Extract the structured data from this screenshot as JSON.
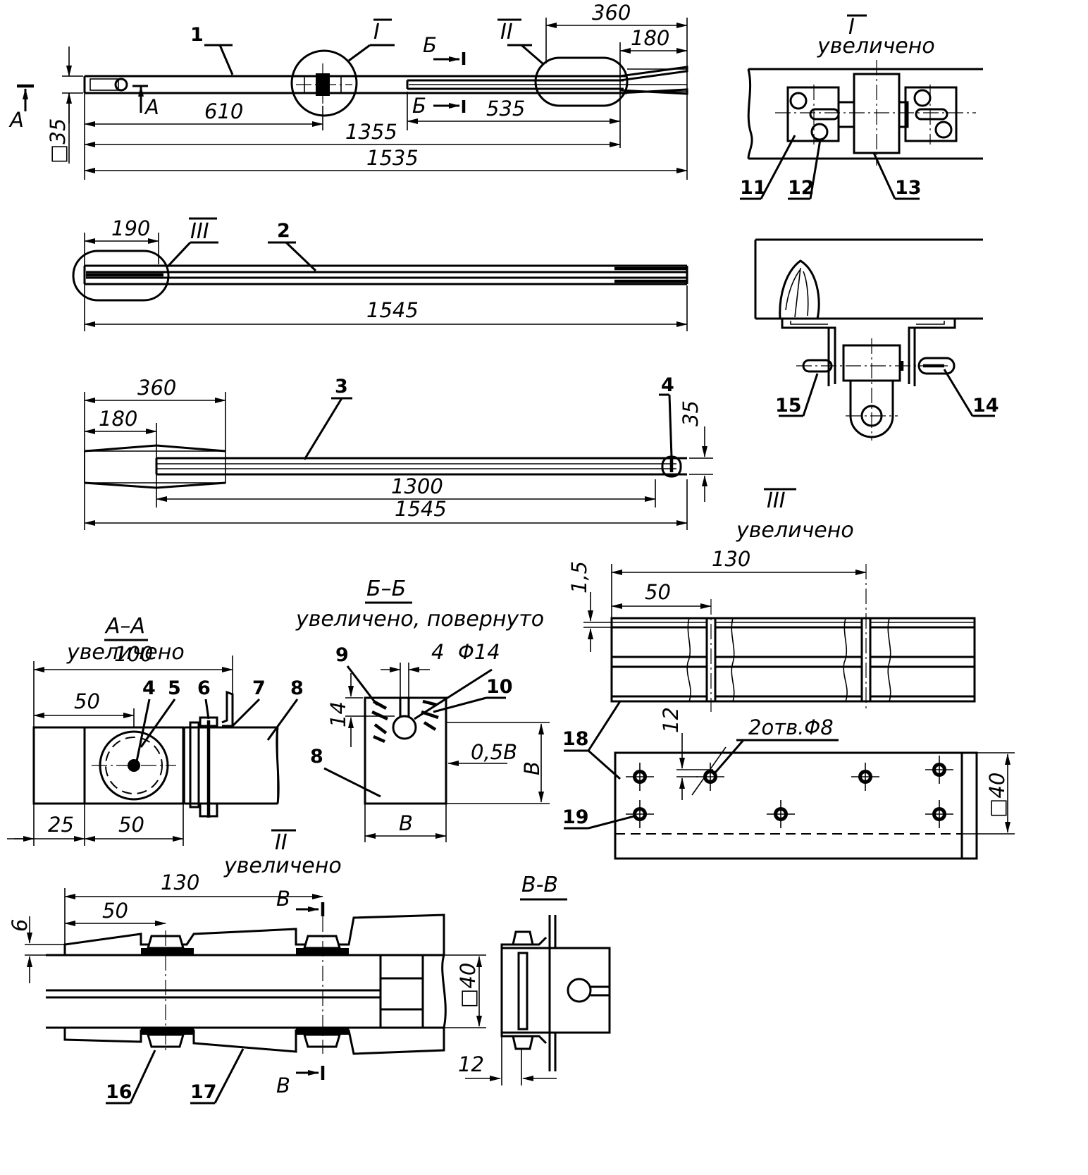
{
  "views": {
    "part1": {
      "part_no": "1",
      "detail_callout_1": "I",
      "detail_callout_2": "II",
      "section_a": "А",
      "section_b": "Б",
      "dim_360": "360",
      "dim_180": "180",
      "dim_610": "610",
      "dim_535": "535",
      "dim_1355": "1355",
      "dim_1535": "1535",
      "dim_sq35": "□35"
    },
    "part2": {
      "part_no": "2",
      "detail_callout_3": "III",
      "dim_190": "190",
      "dim_1545": "1545"
    },
    "part3": {
      "part_no": "3",
      "part_no_4": "4",
      "dim_360": "360",
      "dim_180": "180",
      "dim_35": "35",
      "dim_1300": "1300",
      "dim_1545": "1545"
    },
    "detail1": {
      "title": "I",
      "subtitle": "увеличено",
      "labels": [
        "11",
        "12",
        "13"
      ]
    },
    "detail_hinge": {
      "labels": [
        "15",
        "14"
      ]
    },
    "section_aa": {
      "title": "А–А",
      "subtitle": "увеличено",
      "dim_100": "100",
      "dim_50_top": "50",
      "dim_25": "25",
      "dim_50_bottom": "50",
      "labels": [
        "4",
        "5",
        "6",
        "7",
        "8"
      ]
    },
    "section_bb": {
      "title": "Б–Б",
      "subtitle": "увеличено, повернуто",
      "dim_4": "4",
      "dim_d14": "Φ14",
      "dim_14": "14",
      "dim_05b": "0,5В",
      "dim_b_side": "В",
      "dim_b_bottom": "В",
      "labels": [
        "9",
        "10",
        "8"
      ]
    },
    "detail3": {
      "title": "III",
      "subtitle": "увеличено",
      "dim_130": "130",
      "dim_50": "50",
      "dim_15": "1,5",
      "dim_12": "12",
      "holes": "2отв.Φ8",
      "dim_sq40": "□40",
      "labels": [
        "18",
        "19"
      ]
    },
    "detail2": {
      "title": "II",
      "subtitle": "увеличено",
      "dim_130": "130",
      "dim_50": "50",
      "dim_6": "6",
      "dim_sq40": "□40",
      "dim_12": "12",
      "section_v_top": "В",
      "section_v_bottom": "В",
      "labels": [
        "16",
        "17"
      ]
    },
    "section_vv": {
      "title": "В-В"
    }
  }
}
